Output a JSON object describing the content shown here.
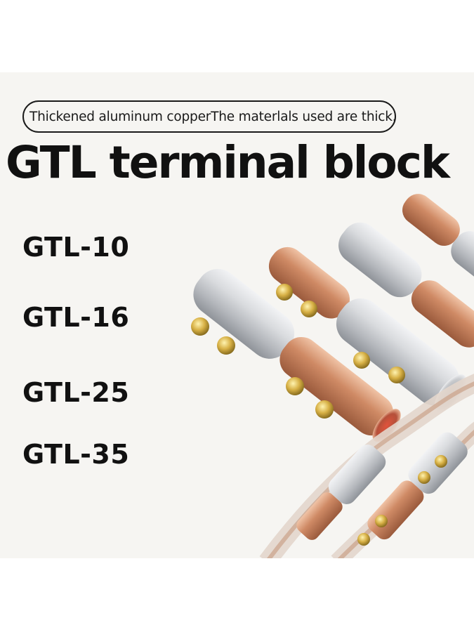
{
  "tagline": "Thickened aluminum copperThe materlals used are thick.",
  "title": "GTL terminal block",
  "models": [
    "GTL-10",
    "GTL-16",
    "GTL-25",
    "GTL-35"
  ],
  "colors": {
    "background": "#f6f5f2",
    "text": "#111111",
    "copper": "#c9825f",
    "aluminum": "#d4d6da"
  },
  "image": {
    "subject": "product-photo-copper-aluminum-terminal-connectors",
    "icons": [
      "screw-icon",
      "cable-icon"
    ]
  }
}
